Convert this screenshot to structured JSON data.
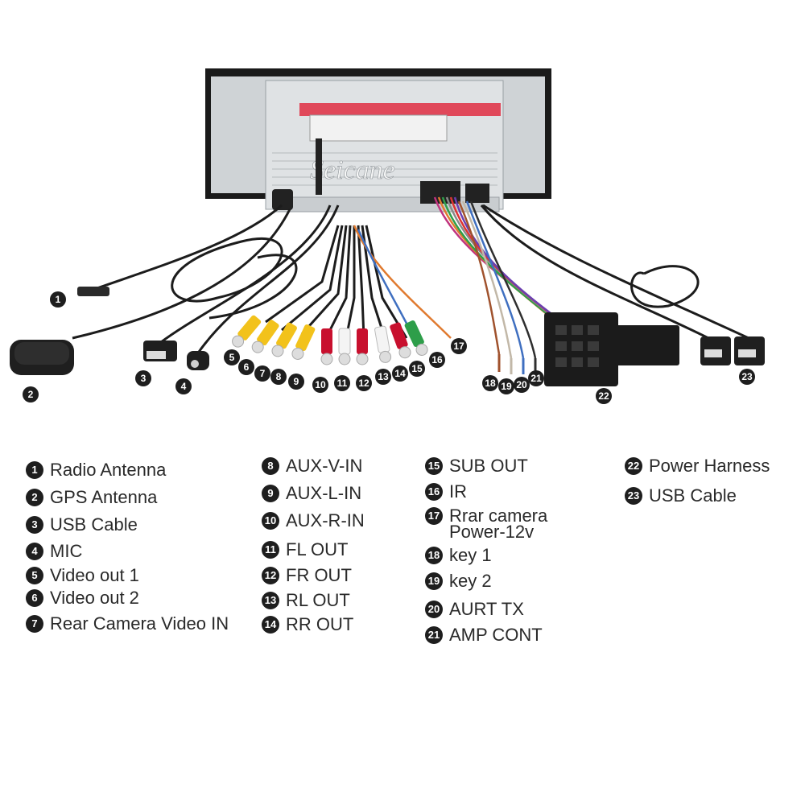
{
  "watermark": "Seicane",
  "legend": [
    {
      "num": "1",
      "text": "Radio Antenna"
    },
    {
      "num": "2",
      "text": "GPS Antenna"
    },
    {
      "num": "3",
      "text": "USB Cable"
    },
    {
      "num": "4",
      "text": "MIC"
    },
    {
      "num": "5",
      "text": "Video out 1"
    },
    {
      "num": "6",
      "text": "Video out 2"
    },
    {
      "num": "7",
      "text": "Rear Camera Video IN"
    },
    {
      "num": "8",
      "text": "AUX-V-IN"
    },
    {
      "num": "9",
      "text": "AUX-L-IN"
    },
    {
      "num": "10",
      "text": "AUX-R-IN"
    },
    {
      "num": "11",
      "text": "FL OUT"
    },
    {
      "num": "12",
      "text": "FR OUT"
    },
    {
      "num": "13",
      "text": "RL OUT"
    },
    {
      "num": "14",
      "text": "RR OUT"
    },
    {
      "num": "15",
      "text": "SUB OUT"
    },
    {
      "num": "16",
      "text": "IR"
    },
    {
      "num": "17",
      "text": "Rrar camera",
      "text2": "Power-12v"
    },
    {
      "num": "18",
      "text": "key 1"
    },
    {
      "num": "19",
      "text": "key 2"
    },
    {
      "num": "20",
      "text": "AURT TX"
    },
    {
      "num": "21",
      "text": "AMP CONT"
    },
    {
      "num": "22",
      "text": "Power Harness"
    },
    {
      "num": "23",
      "text": "USB Cable"
    }
  ],
  "callouts": [
    "1",
    "2",
    "3",
    "4",
    "5",
    "6",
    "7",
    "8",
    "9",
    "10",
    "11",
    "12",
    "13",
    "14",
    "15",
    "16",
    "17",
    "18",
    "19",
    "20",
    "21",
    "22",
    "23"
  ]
}
